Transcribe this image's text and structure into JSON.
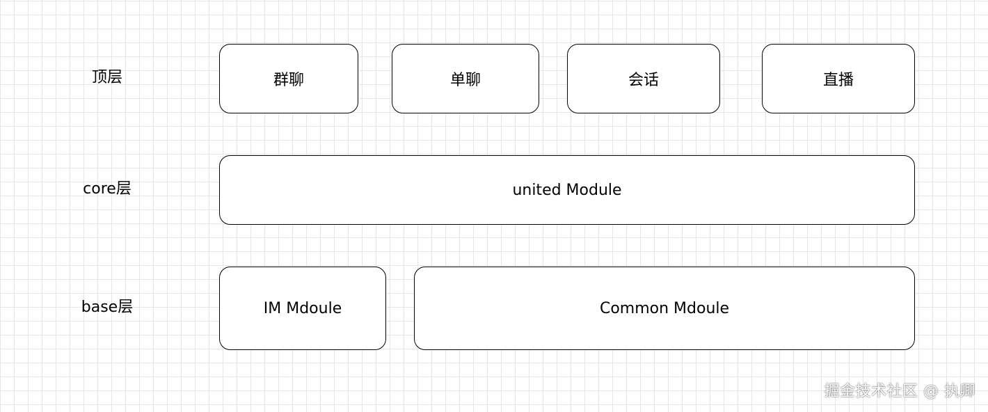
{
  "layers": {
    "top": {
      "label": "顶层",
      "boxes": [
        "群聊",
        "单聊",
        "会话",
        "直播"
      ]
    },
    "core": {
      "label": "core层",
      "boxes": [
        "united Module"
      ]
    },
    "base": {
      "label": "base层",
      "boxes": [
        "IM Mdoule",
        "Common Mdoule"
      ]
    }
  },
  "watermark": "掘金技术社区 @ 执卿"
}
